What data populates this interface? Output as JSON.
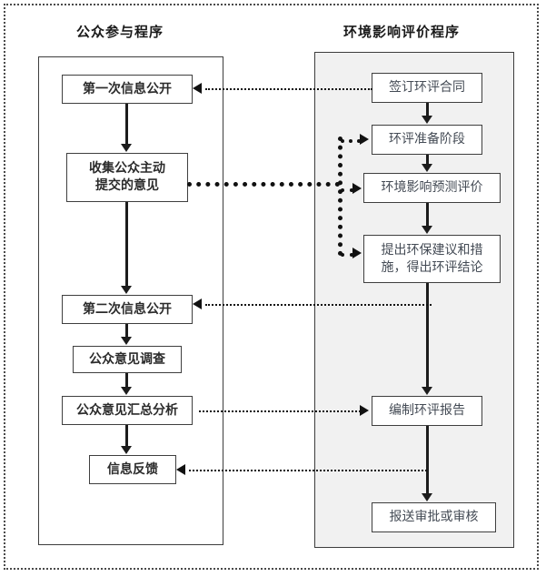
{
  "diagram": {
    "title_left": "公众参与程序",
    "title_right": "环境影响评价程序",
    "colors": {
      "left_lane_fill": "#ffffff",
      "right_lane_fill": "#f1f1f1",
      "stroke": "#3f3f3f",
      "arrow": "#111111",
      "frame": "#4a4a4a"
    },
    "left_nodes": [
      {
        "id": "first-disclosure",
        "label": "第一次信息公开"
      },
      {
        "id": "collect-opinions",
        "label": "收集公众主动提交的意见"
      },
      {
        "id": "second-disclosure",
        "label": "第二次信息公开"
      },
      {
        "id": "opinion-survey",
        "label": "公众意见调查"
      },
      {
        "id": "opinion-analysis",
        "label": "公众意见汇总分析"
      },
      {
        "id": "information-feedback",
        "label": "信息反馈"
      }
    ],
    "right_nodes": [
      {
        "id": "sign-contract",
        "label": "签订环评合同"
      },
      {
        "id": "prep-stage",
        "label": "环评准备阶段"
      },
      {
        "id": "impact-predict",
        "label": "环境影响预测评价"
      },
      {
        "id": "recommendations",
        "label": "提出环保建议和措施，得出环评结论"
      },
      {
        "id": "compile-report",
        "label": "编制环评报告"
      },
      {
        "id": "submit-approval",
        "label": "报送审批或审核"
      }
    ],
    "connectors": [
      {
        "id": "contract-to-first-disclosure",
        "from": "sign-contract",
        "to": "first-disclosure",
        "style": "dotted",
        "direction": "right-to-left"
      },
      {
        "id": "opinions-to-eia-stages",
        "from": "collect-opinions",
        "to": "prep-stage,impact-predict,recommendations",
        "style": "dotted",
        "direction": "left-to-right"
      },
      {
        "id": "eia-to-second-disclosure",
        "from": "impact-predict",
        "to": "second-disclosure",
        "style": "dotted",
        "direction": "right-to-left"
      },
      {
        "id": "analysis-to-report",
        "from": "opinion-analysis",
        "to": "compile-report",
        "style": "dotted",
        "direction": "left-to-right"
      },
      {
        "id": "report-to-feedback",
        "from": "compile-report",
        "to": "information-feedback",
        "style": "dotted",
        "direction": "right-to-left"
      }
    ]
  }
}
